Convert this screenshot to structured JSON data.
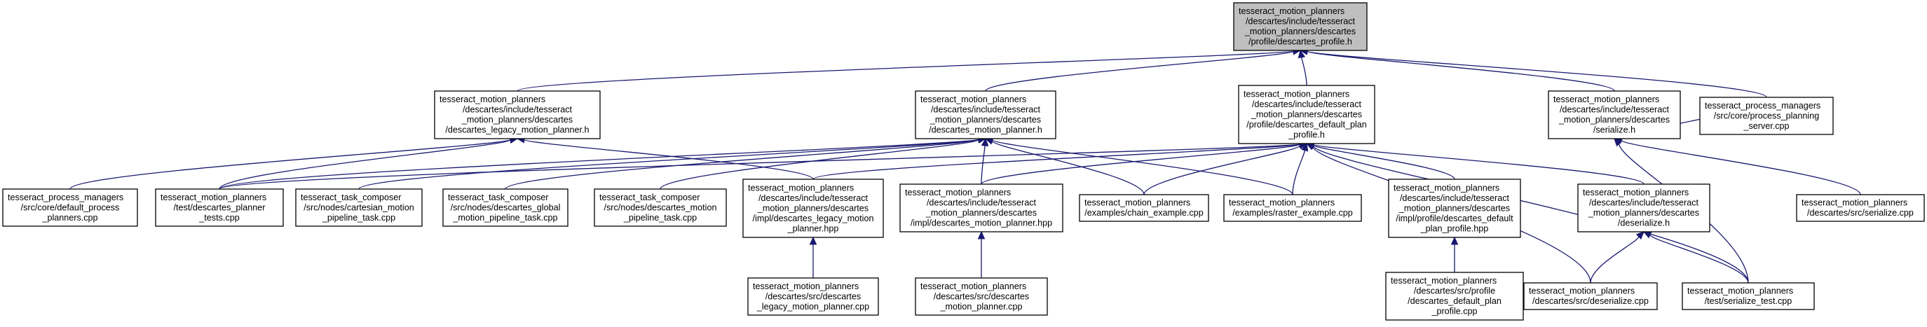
{
  "graph": {
    "colors": {
      "edge": "#191970",
      "root_fill": "#bfbfbf",
      "node_fill": "#ffffff",
      "border": "#000000"
    },
    "nodes": [
      {
        "id": "root",
        "lines": [
          "tesseract_motion_planners",
          "/descartes/include/tesseract",
          "_motion_planners/descartes",
          "/profile/descartes_profile.h"
        ]
      },
      {
        "id": "legacy_h",
        "lines": [
          "tesseract_motion_planners",
          "/descartes/include/tesseract",
          "_motion_planners/descartes",
          "/descartes_legacy_motion_planner.h"
        ]
      },
      {
        "id": "planner_h",
        "lines": [
          "tesseract_motion_planners",
          "/descartes/include/tesseract",
          "_motion_planners/descartes",
          "/descartes_motion_planner.h"
        ]
      },
      {
        "id": "default_plan_h",
        "lines": [
          "tesseract_motion_planners",
          "/descartes/include/tesseract",
          "_motion_planners/descartes",
          "/profile/descartes_default_plan",
          "_profile.h"
        ]
      },
      {
        "id": "serialize_h",
        "lines": [
          "tesseract_motion_planners",
          "/descartes/include/tesseract",
          "_motion_planners/descartes",
          "/serialize.h"
        ]
      },
      {
        "id": "planning_server",
        "lines": [
          "tesseract_process_managers",
          "/src/core/process_planning",
          "_server.cpp"
        ]
      },
      {
        "id": "default_process",
        "lines": [
          "tesseract_process_managers",
          "/src/core/default_process",
          "_planners.cpp"
        ]
      },
      {
        "id": "planner_tests",
        "lines": [
          "tesseract_motion_planners",
          "/test/descartes_planner",
          "_tests.cpp"
        ]
      },
      {
        "id": "cartesian_task",
        "lines": [
          "tesseract_task_composer",
          "/src/nodes/cartesian_motion",
          "_pipeline_task.cpp"
        ]
      },
      {
        "id": "global_task",
        "lines": [
          "tesseract_task_composer",
          "/src/nodes/descartes_global",
          "_motion_pipeline_task.cpp"
        ]
      },
      {
        "id": "descartes_task",
        "lines": [
          "tesseract_task_composer",
          "/src/nodes/descartes_motion",
          "_pipeline_task.cpp"
        ]
      },
      {
        "id": "legacy_hpp",
        "lines": [
          "tesseract_motion_planners",
          "/descartes/include/tesseract",
          "_motion_planners/descartes",
          "/impl/descartes_legacy_motion",
          "_planner.hpp"
        ]
      },
      {
        "id": "planner_hpp",
        "lines": [
          "tesseract_motion_planners",
          "/descartes/include/tesseract",
          "_motion_planners/descartes",
          "/impl/descartes_motion_planner.hpp"
        ]
      },
      {
        "id": "chain_example",
        "lines": [
          "tesseract_motion_planners",
          "/examples/chain_example.cpp"
        ]
      },
      {
        "id": "raster_example",
        "lines": [
          "tesseract_motion_planners",
          "/examples/raster_example.cpp"
        ]
      },
      {
        "id": "default_plan_hpp",
        "lines": [
          "tesseract_motion_planners",
          "/descartes/include/tesseract",
          "_motion_planners/descartes",
          "/impl/profile/descartes_default",
          "_plan_profile.hpp"
        ]
      },
      {
        "id": "deserialize_h",
        "lines": [
          "tesseract_motion_planners",
          "/descartes/include/tesseract",
          "_motion_planners/descartes",
          "/deserialize.h"
        ]
      },
      {
        "id": "serialize_cpp",
        "lines": [
          "tesseract_motion_planners",
          "/descartes/src/serialize.cpp"
        ]
      },
      {
        "id": "legacy_cpp",
        "lines": [
          "tesseract_motion_planners",
          "/descartes/src/descartes",
          "_legacy_motion_planner.cpp"
        ]
      },
      {
        "id": "planner_cpp",
        "lines": [
          "tesseract_motion_planners",
          "/descartes/src/descartes",
          "_motion_planner.cpp"
        ]
      },
      {
        "id": "default_plan_cpp",
        "lines": [
          "tesseract_motion_planners",
          "/descartes/src/profile",
          "/descartes_default_plan",
          "_profile.cpp"
        ]
      },
      {
        "id": "deserialize_cpp",
        "lines": [
          "tesseract_motion_planners",
          "/descartes/src/deserialize.cpp"
        ]
      },
      {
        "id": "serialize_test",
        "lines": [
          "tesseract_motion_planners",
          "/test/serialize_test.cpp"
        ]
      }
    ],
    "edges": [
      [
        "legacy_h",
        "root"
      ],
      [
        "planner_h",
        "root"
      ],
      [
        "default_plan_h",
        "root"
      ],
      [
        "serialize_h",
        "root"
      ],
      [
        "planning_server",
        "root"
      ],
      [
        "default_process",
        "legacy_h"
      ],
      [
        "planner_tests",
        "legacy_h"
      ],
      [
        "legacy_hpp",
        "legacy_h"
      ],
      [
        "planner_tests",
        "planner_h"
      ],
      [
        "cartesian_task",
        "planner_h"
      ],
      [
        "global_task",
        "planner_h"
      ],
      [
        "descartes_task",
        "planner_h"
      ],
      [
        "planner_hpp",
        "planner_h"
      ],
      [
        "chain_example",
        "planner_h"
      ],
      [
        "raster_example",
        "planner_h"
      ],
      [
        "planner_tests",
        "default_plan_h"
      ],
      [
        "legacy_hpp",
        "default_plan_h"
      ],
      [
        "planner_hpp",
        "default_plan_h"
      ],
      [
        "chain_example",
        "default_plan_h"
      ],
      [
        "raster_example",
        "default_plan_h"
      ],
      [
        "default_plan_hpp",
        "default_plan_h"
      ],
      [
        "deserialize_h",
        "default_plan_h"
      ],
      [
        "deserialize_cpp",
        "default_plan_h"
      ],
      [
        "serialize_test",
        "default_plan_h"
      ],
      [
        "serialize_cpp",
        "serialize_h"
      ],
      [
        "serialize_test",
        "serialize_h"
      ],
      [
        "planning_server",
        "serialize_h"
      ],
      [
        "legacy_cpp",
        "legacy_hpp"
      ],
      [
        "planner_cpp",
        "planner_hpp"
      ],
      [
        "default_plan_cpp",
        "default_plan_hpp"
      ],
      [
        "deserialize_cpp",
        "deserialize_h"
      ],
      [
        "serialize_test",
        "deserialize_h"
      ]
    ]
  }
}
